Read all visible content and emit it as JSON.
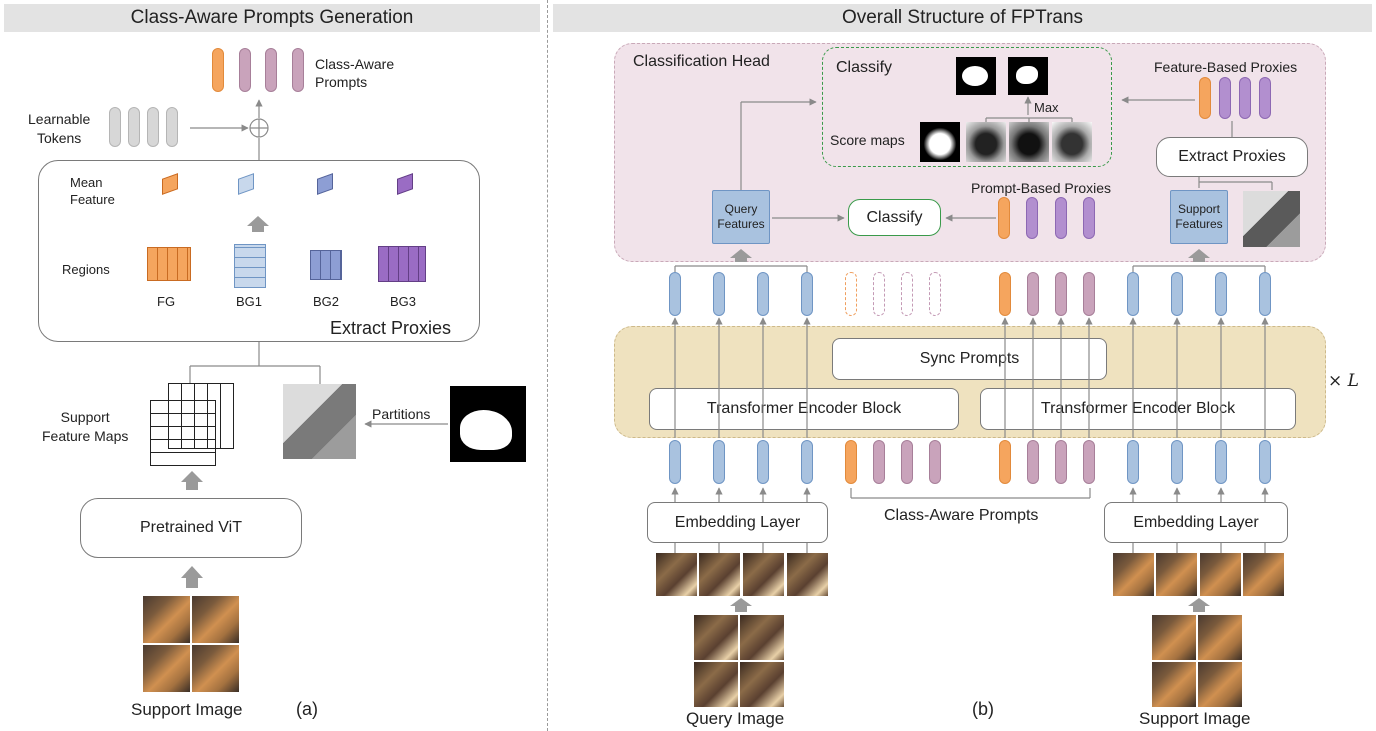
{
  "panel_a": {
    "header": "Class-Aware Prompts Generation",
    "class_aware_prompts": "Class-Aware\nPrompts",
    "learnable_tokens": "Learnable\nTokens",
    "mean_feature": "Mean\nFeature",
    "regions": "Regions",
    "region_labels": [
      "FG",
      "BG1",
      "BG2",
      "BG3"
    ],
    "extract_proxies": "Extract Proxies",
    "support_feature_maps": "Support\nFeature Maps",
    "partitions": "Partitions",
    "pretrained_vit": "Pretrained ViT",
    "support_image": "Support Image",
    "tag": "(a)"
  },
  "panel_b": {
    "header": "Overall Structure of FPTrans",
    "classification_head": "Classification Head",
    "classify_top": "Classify",
    "max": "Max",
    "score_maps": "Score maps",
    "feature_based_proxies": "Feature-Based Proxies",
    "extract_proxies": "Extract Proxies",
    "prompt_based_proxies": "Prompt-Based Proxies",
    "query_features": "Query\nFeatures",
    "classify": "Classify",
    "support_features": "Support\nFeatures",
    "sync_prompts": "Sync Prompts",
    "encoder_left": "Transformer Encoder Block",
    "encoder_right": "Transformer Encoder Block",
    "times_l": "× L",
    "embedding_left": "Embedding Layer",
    "embedding_right": "Embedding Layer",
    "class_aware_prompts": "Class-Aware Prompts",
    "query_image": "Query Image",
    "support_image": "Support Image",
    "tag": "(b)"
  },
  "colors": {
    "fg_orange": "#f5a55e",
    "bg_blue": "#a9c2df",
    "prompt_mauve": "#c9a3bb",
    "violet": "#b28fcf",
    "head_pink": "#f1e3ea",
    "encoder_tan": "#efe2bf",
    "classify_green": "#3a9a4a"
  }
}
